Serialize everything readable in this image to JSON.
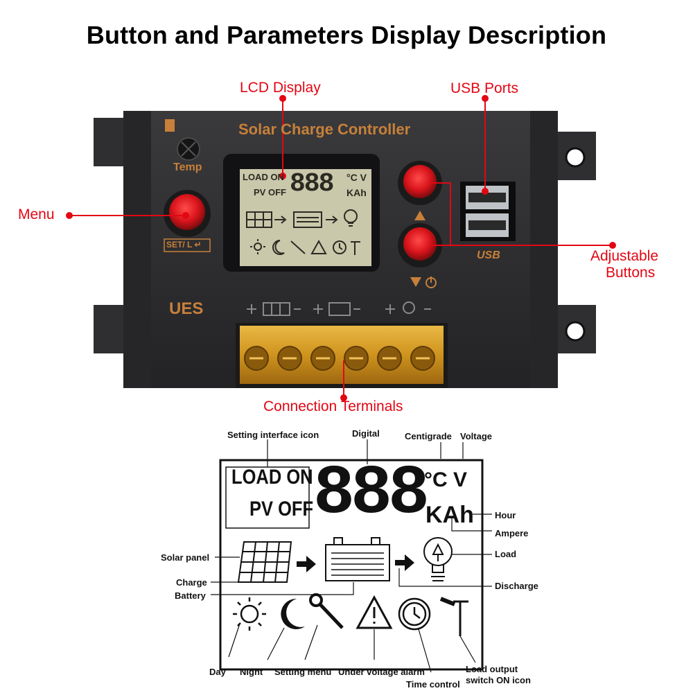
{
  "title": "Button and Parameters Display Description",
  "callouts": {
    "lcd_display": "LCD Display",
    "usb_ports": "USB Ports",
    "menu": "Menu",
    "adjustable_buttons_1": "Adjustable",
    "adjustable_buttons_2": "Buttons",
    "connection_terminals": "Connection Terminals"
  },
  "device": {
    "header": "Solar Charge Controller",
    "temp_label": "Temp",
    "set_label": "SET/ L ↵",
    "brand": "UES",
    "usb_logo": "USB",
    "lcd_load_on": "LOAD ON",
    "lcd_pv_off": "PV OFF",
    "lcd_digits": "888",
    "lcd_cv": "°C V",
    "lcd_kah": "KAh",
    "accent_color": "#c7803a",
    "button_color": "#d8141b",
    "terminal_color": "#e2a321",
    "lcd_color": "#c9c8ab"
  },
  "lcd_diagram": {
    "load_on": "LOAD ON",
    "pv_off": "PV OFF",
    "digits": "888",
    "cv": "°C V",
    "kah": "KAh",
    "labels": {
      "setting_interface_icon": "Setting interface icon",
      "digital": "Digital",
      "centigrade": "Centigrade",
      "voltage": "Voltage",
      "hour": "Hour",
      "ampere": "Ampere",
      "solar_panel": "Solar panel",
      "load": "Load",
      "charge": "Charge",
      "battery": "Battery",
      "discharge": "Discharge",
      "day": "Day",
      "night": "Night",
      "setting_menu": "Setting menu",
      "under_voltage_alarm": "Under voltage alarm",
      "time_control": "Time control",
      "load_output_1": "Load output",
      "load_output_2": "switch ON icon"
    }
  }
}
